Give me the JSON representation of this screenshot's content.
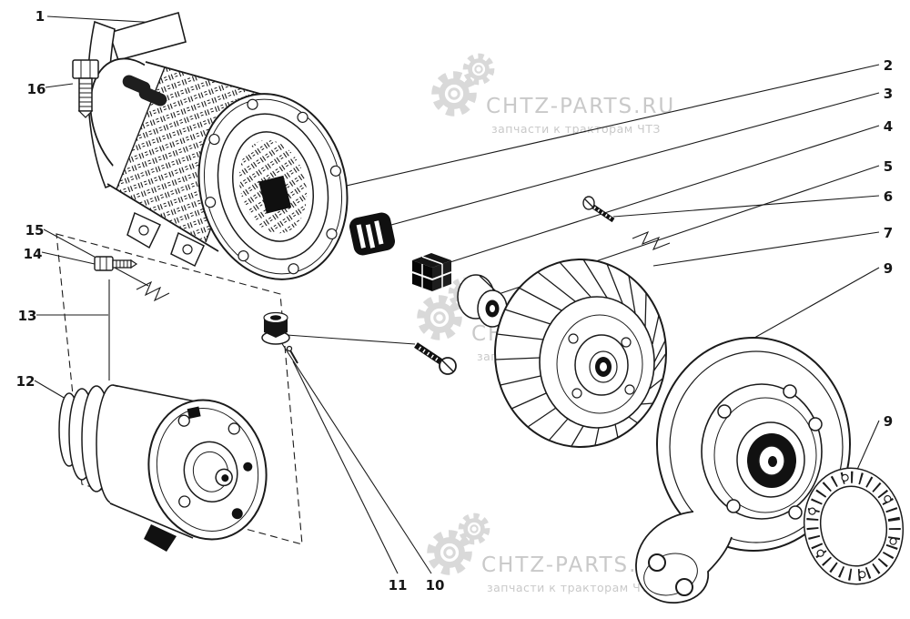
{
  "diagram": {
    "callouts": {
      "c1": "1",
      "c2": "2",
      "c3": "3",
      "c4": "4",
      "c5": "5",
      "c6": "6",
      "c7": "7",
      "c9a": "9",
      "c9b": "9",
      "c10": "10",
      "c11": "11",
      "c12": "12",
      "c13": "13",
      "c14": "14",
      "c15": "15",
      "c16": "16"
    },
    "watermark": {
      "brand": "CHTZ-PARTS.RU",
      "subtitle": "запчасти к тракторам ЧТЗ",
      "gear_icon": "gear-icon"
    },
    "colors": {
      "line": "#1b1b1b",
      "part_dark": "#111111",
      "background": "#ffffff",
      "watermark_text": "#c9c9c9",
      "watermark_gear": "#d9d9d9"
    }
  }
}
